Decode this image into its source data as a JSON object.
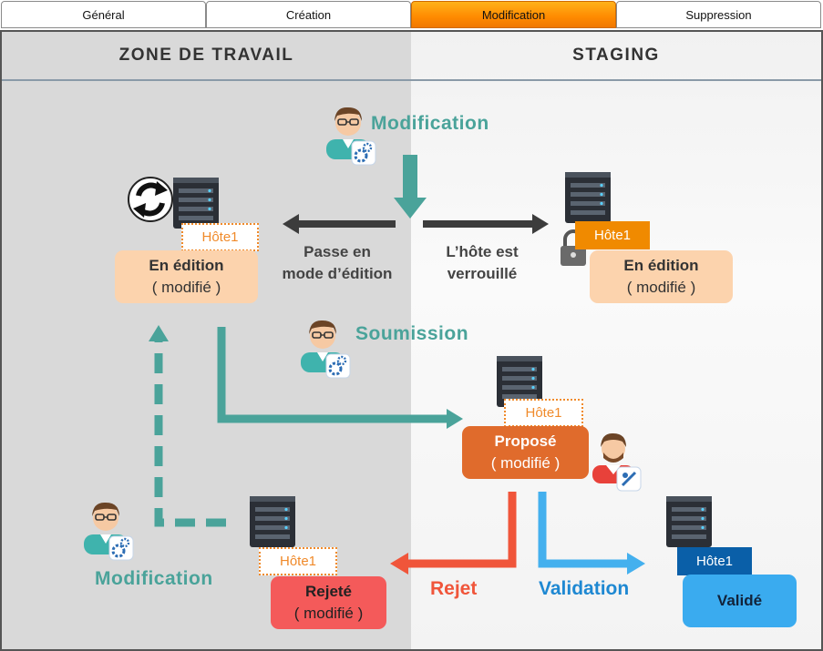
{
  "tabs": [
    {
      "label": "Général"
    },
    {
      "label": "Création"
    },
    {
      "label": "Modification",
      "active": true
    },
    {
      "label": "Suppression"
    }
  ],
  "zones": {
    "work": "ZONE DE TRAVAIL",
    "staging": "STAGING"
  },
  "labels": {
    "modification_top": "Modification",
    "passe_en": "Passe en",
    "mode_edition": "mode d’édition",
    "hote_est": "L’hôte est",
    "verrouille": "verrouillé",
    "soumission": "Soumission",
    "modification_bottom": "Modification",
    "rejet": "Rejet",
    "validation": "Validation"
  },
  "nodes": {
    "work_edit": {
      "host": "Hôte1",
      "state": "En édition",
      "sub": "( modifié )"
    },
    "staging_edit": {
      "host": "Hôte1",
      "state": "En édition",
      "sub": "( modifié )"
    },
    "proposed": {
      "host": "Hôte1",
      "state": "Proposé",
      "sub": "( modifié )"
    },
    "rejected": {
      "host": "Hôte1",
      "state": "Rejeté",
      "sub": "( modifié )"
    },
    "validated": {
      "host": "Hôte1",
      "state": "Validé"
    }
  },
  "colors": {
    "teal": "#4aa39a",
    "orange": "#f08a2a",
    "peach": "#fcd3ad",
    "proposed": "#e06b2c",
    "rejected": "#f45a5a",
    "validated": "#3aabef",
    "dark_blue": "#0a5fa8",
    "red_arrow": "#f0553a",
    "blue_arrow": "#44b0ee"
  }
}
